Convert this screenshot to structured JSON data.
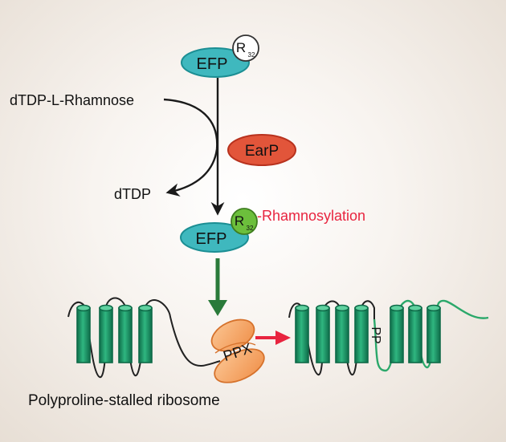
{
  "labels": {
    "efp_top": "EFP",
    "r32_top_main": "R",
    "r32_top_sub": "32",
    "dtdp_rhamnose": "dTDP-L-Rhamnose",
    "earp": "EarP",
    "dtdp": "dTDP",
    "efp_bottom": "EFP",
    "r32_bottom_main": "R",
    "r32_bottom_sub": "32",
    "rhamnosylation": "-Rhamnosylation",
    "ppx": "PPX",
    "pp": "PP",
    "caption": "Polyproline-stalled ribosome"
  },
  "colors": {
    "efp_fill": "#3fb8be",
    "efp_stroke": "#1b8e93",
    "earp_fill": "#e2553a",
    "earp_stroke": "#b8321e",
    "r32_modified": "#6cbf3c",
    "helix_fill": "#1f9b6c",
    "helix_stroke": "#0e6a48",
    "new_chain": "#2ba86a",
    "ribosome_fill": "#f4a15e",
    "ribosome_stroke": "#d6722c",
    "green_arrow": "#2a7a3a",
    "red_arrow": "#e8243f",
    "rhamnosylation_text": "#e8243f"
  }
}
